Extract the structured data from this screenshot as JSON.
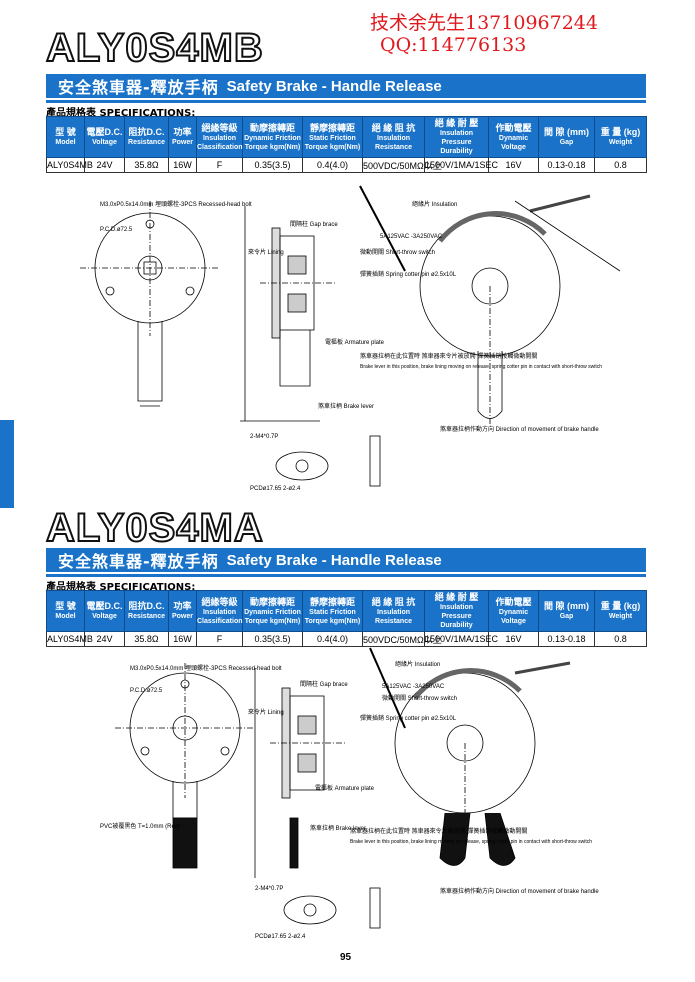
{
  "watermark": {
    "line1": "技术余先生13710967244",
    "line2": "QQ:114776133"
  },
  "sections": [
    {
      "model": "ALY0S4MB",
      "banner_cn": "安全煞車器-釋放手柄",
      "banner_en": "Safety Brake - Handle Release",
      "spec_title": "產品規格表 SPECIFICATIONS:",
      "headers": [
        {
          "cn": "型 號",
          "en": "Model"
        },
        {
          "cn": "電壓D.C.",
          "en": "Voltage"
        },
        {
          "cn": "阻抗D.C.",
          "en": "Resistance"
        },
        {
          "cn": "功率",
          "en": "Power"
        },
        {
          "cn": "絕緣等級",
          "en": "Insulation Classification"
        },
        {
          "cn": "動摩擦轉距",
          "en": "Dynamic Friction Torque kgm(Nm)"
        },
        {
          "cn": "靜摩擦轉距",
          "en": "Static Friction Torque kgm(Nm)"
        },
        {
          "cn": "絕 緣 阻 抗",
          "en": "Insulation Resistance"
        },
        {
          "cn": "絕 緣 耐 壓",
          "en": "Insulation Pressure Durability"
        },
        {
          "cn": "作動電壓",
          "en": "Dynamic Voltage"
        },
        {
          "cn": "間 隙 (mm)",
          "en": "Gap"
        },
        {
          "cn": "重 量 (kg)",
          "en": "Weight"
        }
      ],
      "row": [
        "ALY0S4MB",
        "24V",
        "35.8Ω",
        "16W",
        "F",
        "0.35(3.5)",
        "0.4(4.0)",
        "500VDC/50MΩ以上",
        "1500V/1MA/1SEC",
        "16V",
        "0.13-0.18",
        "0.8"
      ],
      "labels": {
        "bolt": "M3.0xP0.5x14.0mm 埋頭螺栓-3PCS Recessed-head bolt",
        "pcd": "P.C.D.ø72.5",
        "lining": "來令片 Lining",
        "gap_brace": "間隔柱 Gap brace",
        "armature": "電樞板 Armature plate",
        "brake_lever": "煞車拉柄 Brake lever",
        "insulation": "絕緣片 Insulation",
        "short_throw": "微動開關 Short-throw switch",
        "spring_pin": "彈簧插銷 Spring cotter pin ø2.5x10L",
        "lever_note_cn": "煞車器拉柄在此位置時 煞車器來令片被放開 彈簧插銷按觸微動開關",
        "lever_note_en": "Brake lever in this position, brake lining moving on release, spring cotter pin in contact with short-throw switch",
        "direction": "煞車器拉柄作動方向 Direction of movement of brake handle",
        "rating": "5A125VAC -3A250VAC",
        "tap": "2-M4*0.7P",
        "pcd2": "PCDø17.65 2-ø2.4"
      }
    },
    {
      "model": "ALY0S4MA",
      "banner_cn": "安全煞車器-釋放手柄",
      "banner_en": "Safety Brake - Handle Release",
      "spec_title": "產品規格表 SPECIFICATIONS:",
      "headers": [
        {
          "cn": "型 號",
          "en": "Model"
        },
        {
          "cn": "電壓D.C.",
          "en": "Voltage"
        },
        {
          "cn": "阻抗D.C.",
          "en": "Resistance"
        },
        {
          "cn": "功率",
          "en": "Power"
        },
        {
          "cn": "絕緣等級",
          "en": "Insulation Classification"
        },
        {
          "cn": "動摩擦轉距",
          "en": "Dynamic Friction Torque kgm(Nm)"
        },
        {
          "cn": "靜摩擦轉距",
          "en": "Static Friction Torque kgm(Nm)"
        },
        {
          "cn": "絕 緣 阻 抗",
          "en": "Insulation Resistance"
        },
        {
          "cn": "絕 緣 耐 壓",
          "en": "Insulation Pressure Durability"
        },
        {
          "cn": "作動電壓",
          "en": "Dynamic Voltage"
        },
        {
          "cn": "間 隙 (mm)",
          "en": "Gap"
        },
        {
          "cn": "重 量 (kg)",
          "en": "Weight"
        }
      ],
      "row": [
        "ALY0S4MB",
        "24V",
        "35.8Ω",
        "16W",
        "F",
        "0.35(3.5)",
        "0.4(4.0)",
        "500VDC/50MΩ以上",
        "1500V/1MA/1SEC",
        "16V",
        "0.13-0.18",
        "0.8"
      ],
      "labels": {
        "bolt": "M3.0xP0.5x14.0mm 埋頭螺栓-3PCS Recessed-head bolt",
        "pcd": "P.C.D.ø72.5",
        "lining": "來令片 Lining",
        "gap_brace": "間隔柱 Gap brace",
        "armature": "電樞板 Armature plate",
        "brake_lever": "煞車拉柄 Brake lever",
        "insulation": "絕緣片 Insulation",
        "short_throw": "微動開關 Short-throw switch",
        "spring_pin": "彈簧插銷 Spring cotter pin ø2.5x10L",
        "lever_note_cn": "煞車器拉柄在此位置時 煞車器來令片被放開 彈簧插銷按觸微動開關",
        "lever_note_en": "Brake lever in this position, brake lining moving on release, spring cotter pin in contact with short-throw switch",
        "direction": "煞車器拉柄作動方向 Direction of movement of brake handle",
        "rating": "5A125VAC -3A250VAC",
        "tap": "2-M4*0.7P",
        "pcd2": "PCDø17.65 2-ø2.4",
        "pvc": "PVC被覆黑色 T=1.0mm (Red)"
      }
    }
  ],
  "page_number": "95"
}
